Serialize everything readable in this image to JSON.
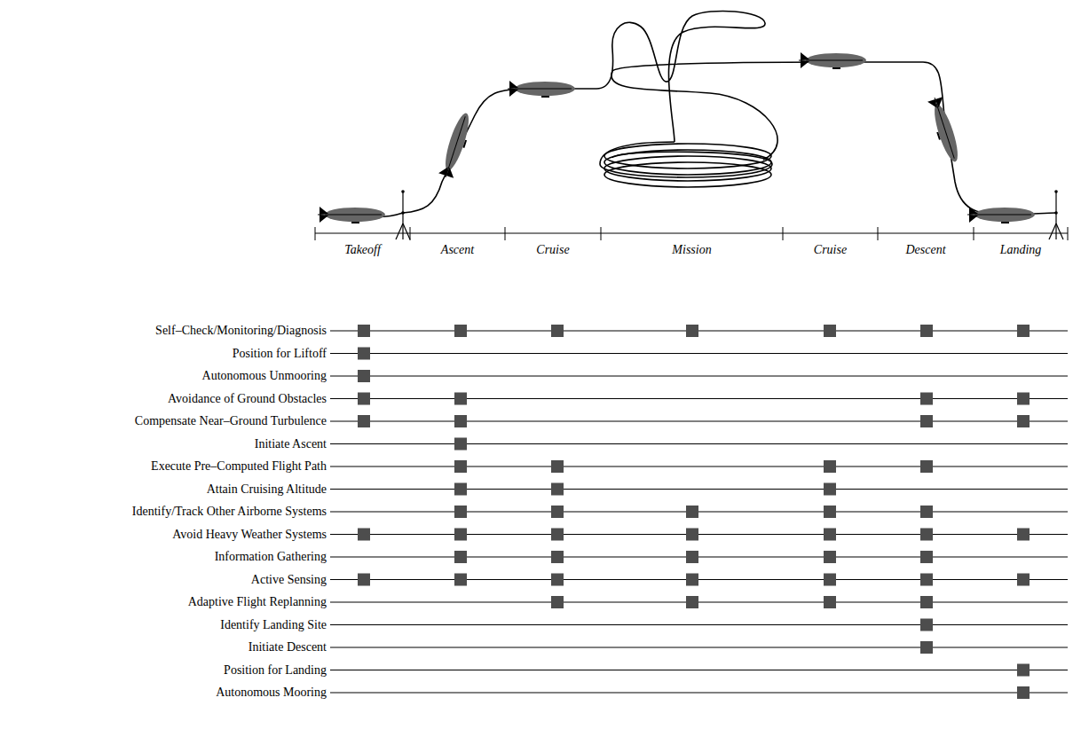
{
  "diagram": {
    "labels": [
      "Takeoff",
      "Ascent",
      "Cruise",
      "Mission",
      "Cruise",
      "Descent",
      "Landing",
      "Self–Check/Monitoring/Diagnosis",
      "Position for Liftoff",
      "Autonomous Unmooring",
      "Avoidance of Ground Obstacles",
      "Compensate Near–Ground Turbulence",
      "Initiate Ascent",
      "Execute Pre–Computed Flight Path",
      "Attain Cruising Altitude",
      "Identify/Track Other Airborne Systems",
      "Avoid Heavy Weather Systems",
      "Information Gathering",
      "Active Sensing",
      "Adaptive Flight Replanning",
      "Identify Landing Site",
      "Initiate Descent",
      "Position for Landing",
      "Autonomous Mooring"
    ]
  }
}
